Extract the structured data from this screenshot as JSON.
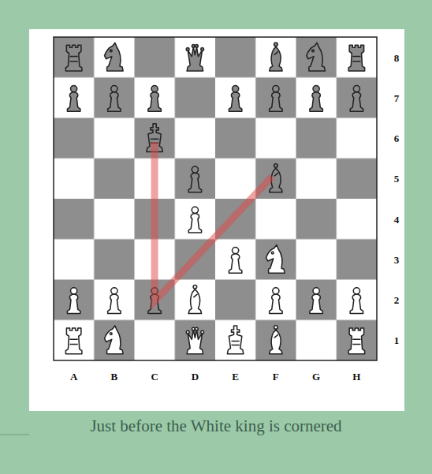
{
  "diagram": {
    "caption": "Just before the White king is cornered",
    "labels": [
      "8",
      "7",
      "6",
      "5",
      "4",
      "3",
      "2",
      "1",
      "A",
      "B",
      "C",
      "D",
      "E",
      "F",
      "G",
      "H"
    ]
  }
}
